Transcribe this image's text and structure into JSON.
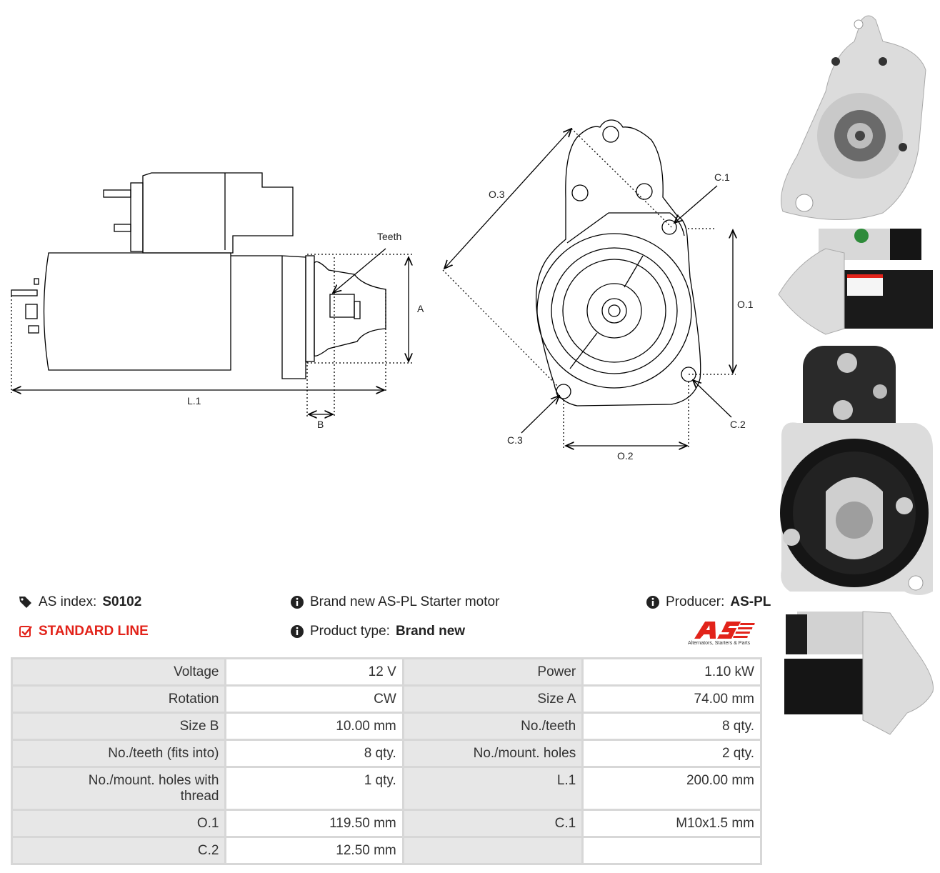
{
  "drawing_labels": {
    "teeth": "Teeth",
    "a": "A",
    "b": "B",
    "l1": "L.1",
    "o1": "O.1",
    "o2": "O.2",
    "o3": "O.3",
    "c1": "C.1",
    "c2": "C.2",
    "c3": "C.3"
  },
  "header": {
    "as_index_label": "AS index:",
    "as_index_value": "S0102",
    "line_label": "STANDARD LINE",
    "description": "Brand new AS-PL Starter motor",
    "product_type_label": "Product type:",
    "product_type_value": "Brand new",
    "producer_label": "Producer:",
    "producer_value": "AS-PL"
  },
  "logo": {
    "text": "AS",
    "tagline": "Alternators, Starters & Parts",
    "color": "#e2231a"
  },
  "specs": [
    [
      "Voltage",
      "12 V",
      "Power",
      "1.10 kW"
    ],
    [
      "Rotation",
      "CW",
      "Size A",
      "74.00 mm"
    ],
    [
      "Size B",
      "10.00 mm",
      "No./teeth",
      "8 qty."
    ],
    [
      "No./teeth (fits into)",
      "8 qty.",
      "No./mount. holes",
      "2 qty."
    ],
    [
      "No./mount. holes with thread",
      "1 qty.",
      "L.1",
      "200.00 mm"
    ],
    [
      "O.1",
      "119.50 mm",
      "C.1",
      "M10x1.5 mm"
    ],
    [
      "C.2",
      "12.50 mm",
      "",
      ""
    ]
  ],
  "icons": {
    "tag": "tags-icon",
    "check": "check-square-icon",
    "info": "info-circle-icon"
  },
  "colors": {
    "accent": "#e2231a",
    "table_label_bg": "#e7e7e7",
    "table_border": "#d7d7d7"
  }
}
